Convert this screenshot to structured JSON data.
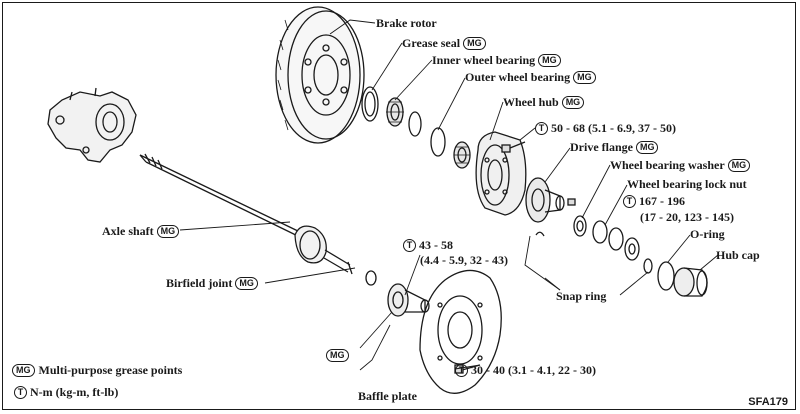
{
  "labels": {
    "brake_rotor": "Brake rotor",
    "grease_seal": "Grease seal",
    "inner_wheel_bearing": "Inner wheel bearing",
    "outer_wheel_bearing": "Outer wheel bearing",
    "wheel_hub": "Wheel hub",
    "drive_flange": "Drive flange",
    "wheel_bearing_washer": "Wheel bearing washer",
    "wheel_bearing_lock_nut": "Wheel bearing lock nut",
    "o_ring": "O-ring",
    "hub_cap": "Hub cap",
    "axle_shaft": "Axle shaft",
    "birfield_joint": "Birfield joint",
    "snap_ring": "Snap ring",
    "baffle_plate": "Baffle plate"
  },
  "torques": {
    "t1": "50 - 68 (5.1 - 6.9, 37 - 50)",
    "t2_line1": "167 - 196",
    "t2_line2": "(17 - 20, 123 - 145)",
    "t3_line1": "43 - 58",
    "t3_line2": "(4.4 - 5.9, 32 - 43)",
    "t4": "30 - 40 (3.1 - 4.1, 22 - 30)"
  },
  "symbols": {
    "mg": "MG",
    "torque": "T"
  },
  "legend": {
    "mg_text": "Multi-purpose grease points",
    "torque_text": "N-m (kg-m, ft-lb)"
  },
  "figure_code": "SFA179"
}
